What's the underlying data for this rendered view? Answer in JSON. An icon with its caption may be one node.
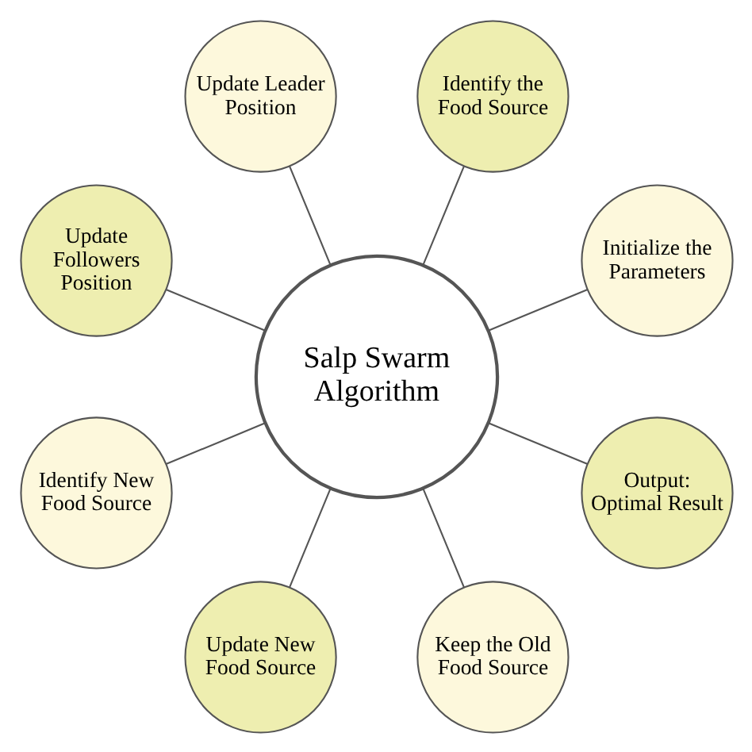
{
  "diagram": {
    "nodes": [
      {
        "text": [
          "Salp Swarm Algorithm"
        ]
      },
      {
        "text": [
          "Initialize the Parameters"
        ]
      },
      {
        "text": [
          "Identify the Food Source"
        ]
      },
      {
        "text": [
          "Update Leader Position"
        ]
      },
      {
        "text": [
          "Update Followers Position"
        ]
      },
      {
        "text": [
          "Identify New Food Source"
        ]
      },
      {
        "text": [
          "Update New Food Source"
        ]
      },
      {
        "text": [
          "Keep the Old Food Source"
        ]
      },
      {
        "text": [
          "Output: Optimal Result"
        ]
      }
    ],
    "edges": [
      {
        "from": 0,
        "to": 1,
        "arrow": "none"
      },
      {
        "from": 0,
        "to": 2,
        "arrow": "none"
      },
      {
        "from": 0,
        "to": 3,
        "arrow": "none"
      },
      {
        "from": 0,
        "to": 4,
        "arrow": "none"
      },
      {
        "from": 0,
        "to": 5,
        "arrow": "none"
      },
      {
        "from": 0,
        "to": 6,
        "arrow": "none"
      },
      {
        "from": 0,
        "to": 7,
        "arrow": "none"
      },
      {
        "from": 0,
        "to": 8,
        "arrow": "none"
      }
    ]
  }
}
